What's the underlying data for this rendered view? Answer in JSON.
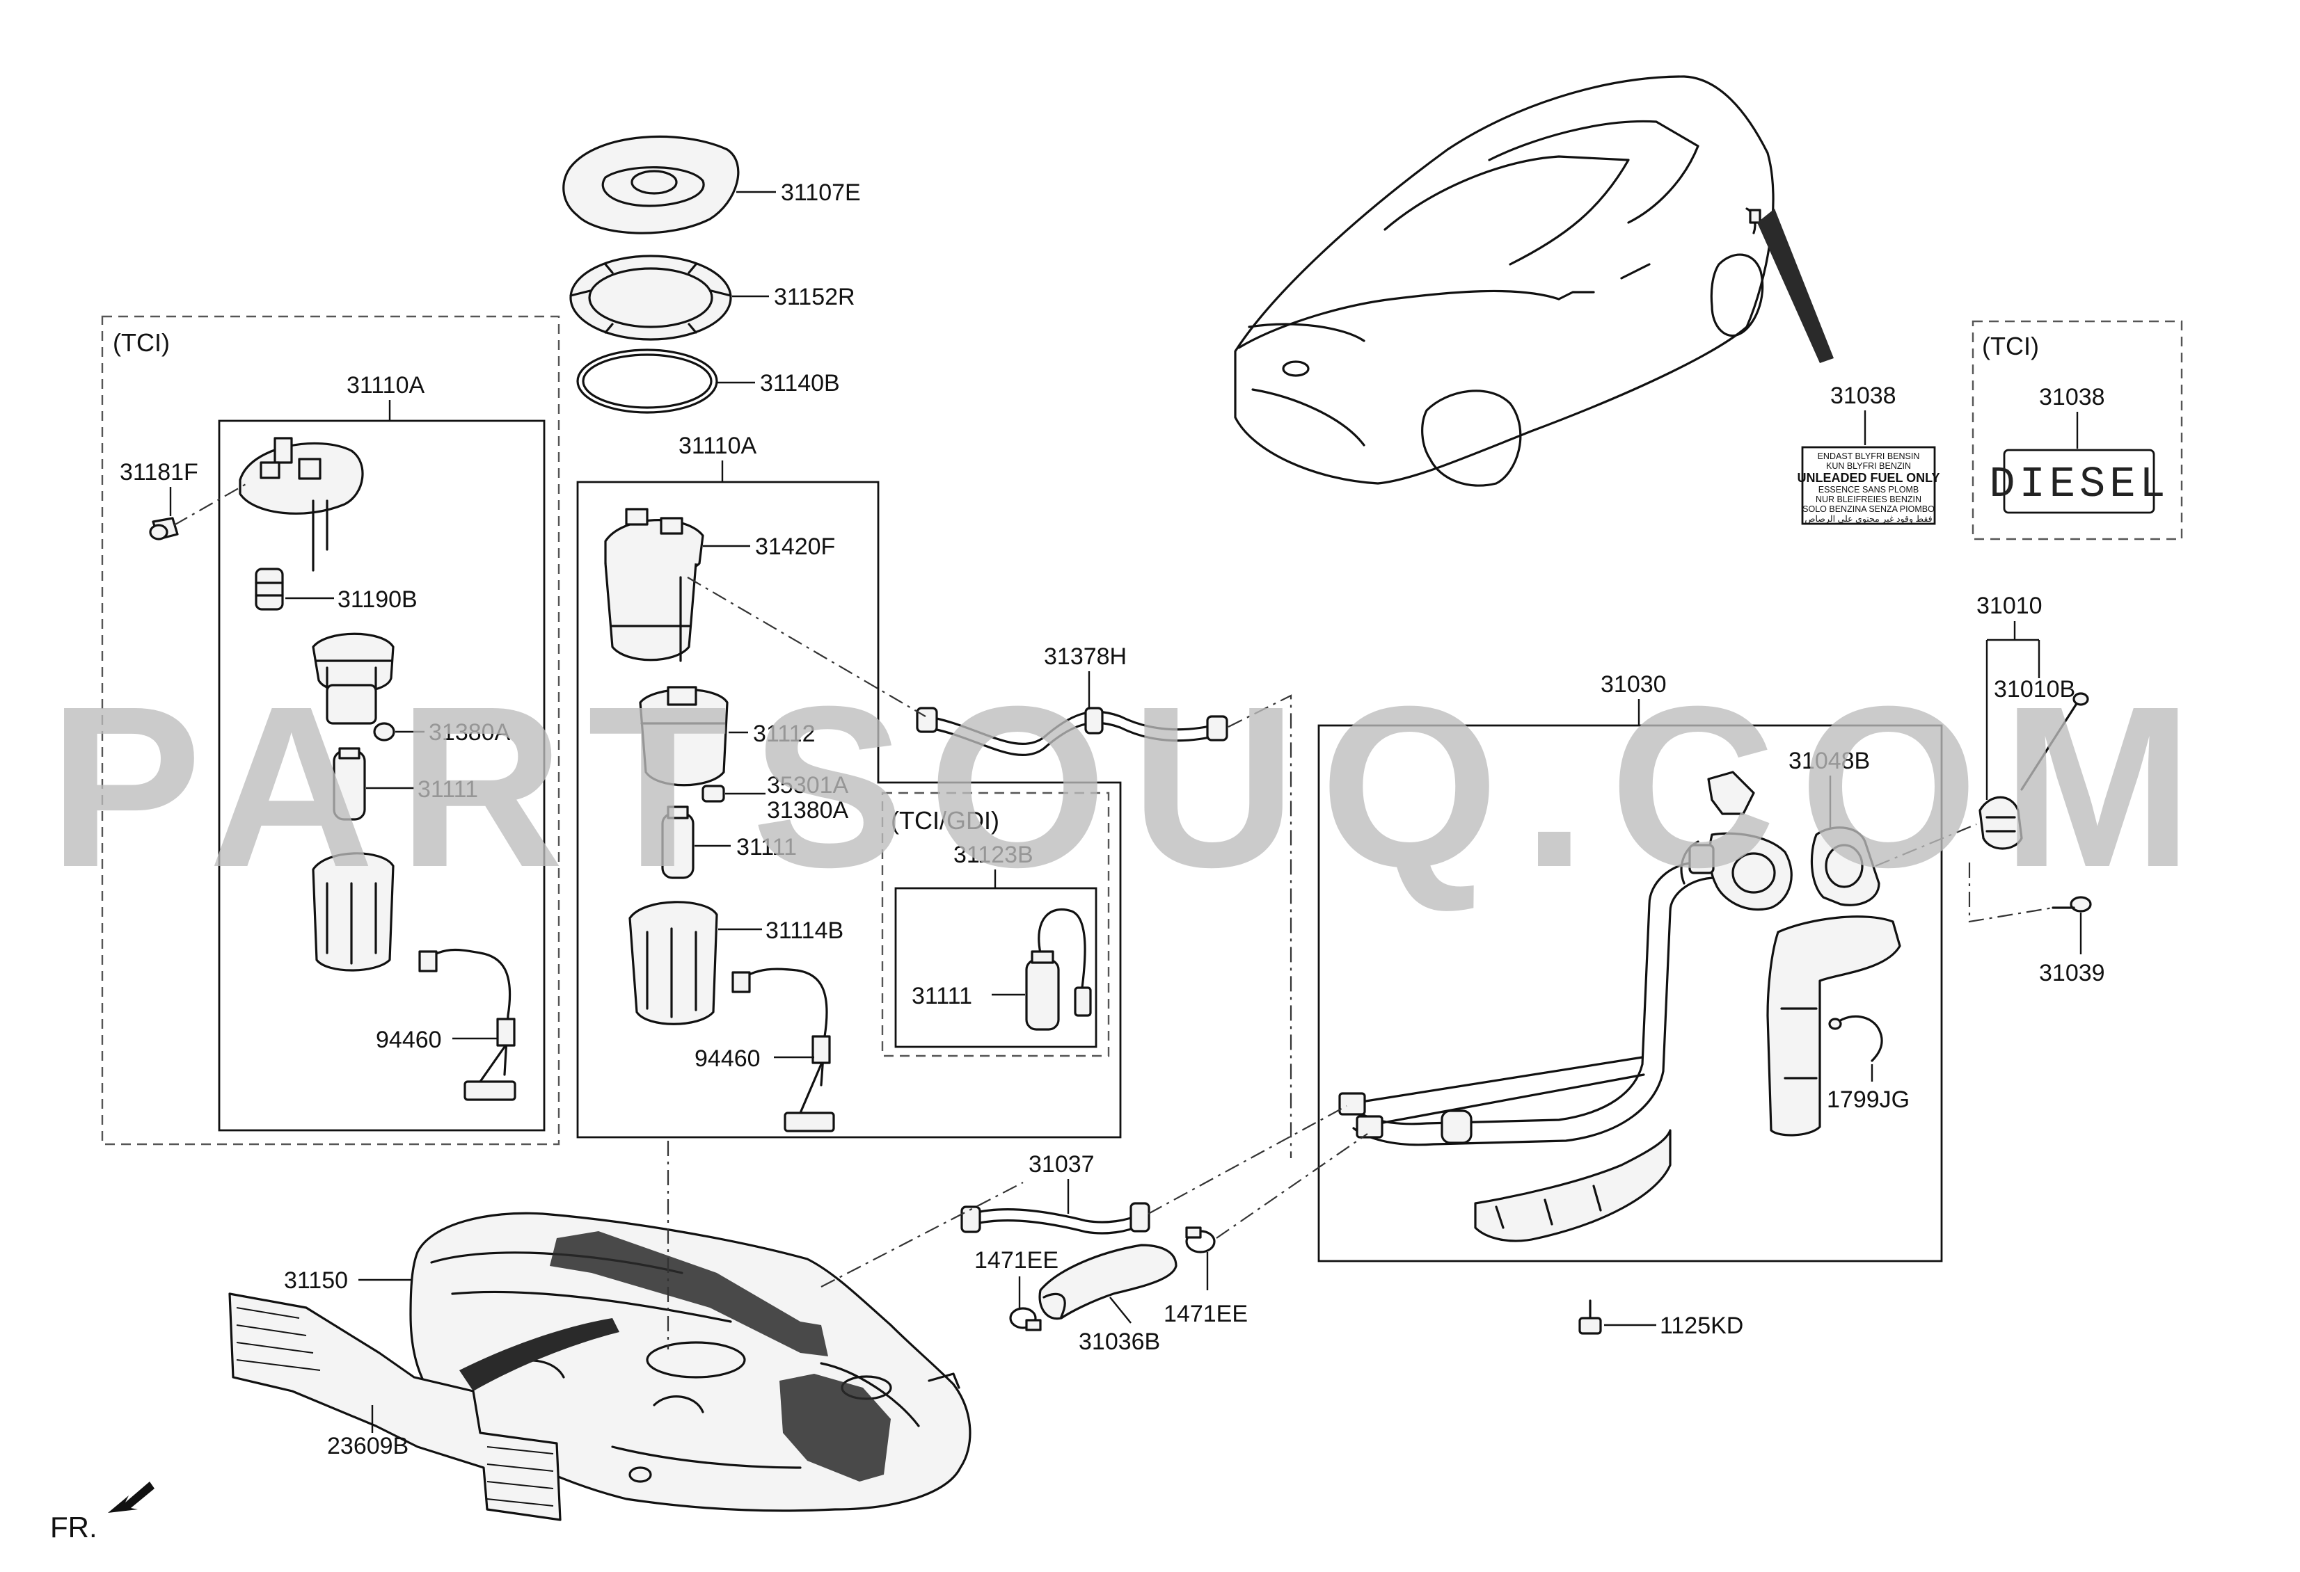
{
  "sections": {
    "tci_left": "(TCI)",
    "tci_right": "(TCI)",
    "tci_gdi": "(TCI/GDI)"
  },
  "parts": {
    "p31107E": "31107E",
    "p31152R": "31152R",
    "p31140B": "31140B",
    "p31110A_left": "31110A",
    "p31110A_center": "31110A",
    "p31181F": "31181F",
    "p31190B": "31190B",
    "p31380A_left": "31380A",
    "p31111_left": "31111",
    "p94460_left": "94460",
    "p31420F": "31420F",
    "p31112": "31112",
    "p35301A": "35301A",
    "p31380A_center": "31380A",
    "p31111_center": "31111",
    "p31114B": "31114B",
    "p94460_center": "94460",
    "p31123B": "31123B",
    "p31111_gdi": "31111",
    "p31378H": "31378H",
    "p31038_label": "31038",
    "p31038_diesel": "31038",
    "p31010": "31010",
    "p31010B": "31010B",
    "p31030": "31030",
    "p31048B": "31048B",
    "p31039": "31039",
    "p1799JG": "1799JG",
    "p31037": "31037",
    "p1471EE_left": "1471EE",
    "p1471EE_right": "1471EE",
    "p31036B": "31036B",
    "p31150": "31150",
    "p23609B": "23609B",
    "p1125KD": "1125KD"
  },
  "fuel_label": {
    "line1": "ENDAST BLYFRI BENSIN",
    "line2": "KUN BLYFRI BENZIN",
    "line3": "UNLEADED FUEL ONLY",
    "line4": "ESSENCE SANS PLOMB",
    "line5": "NUR BLEIFREIES BENZIN",
    "line6": "SOLO BENZINA SENZA PIOMBO",
    "line7": "فقط وقود غير محتوي على الرصاص"
  },
  "diesel_text": "DIESEL",
  "front_marker": "FR.",
  "watermark": "PARTSOUQ.COM"
}
